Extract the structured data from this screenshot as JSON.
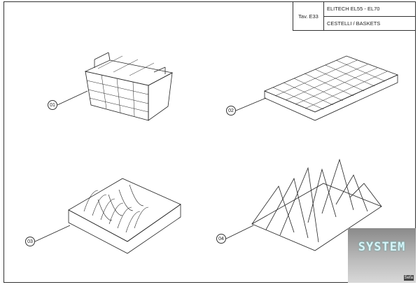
{
  "title_block": {
    "sheet": "Tav. E33",
    "model": "ELITECH EL55 - EL70",
    "subject": "CESTELLI / BASKETS"
  },
  "items": [
    {
      "label": "01"
    },
    {
      "label": "02"
    },
    {
      "label": "03"
    },
    {
      "label": "04"
    }
  ],
  "logo": {
    "text": "SYSTEM",
    "small": "Sefa"
  }
}
